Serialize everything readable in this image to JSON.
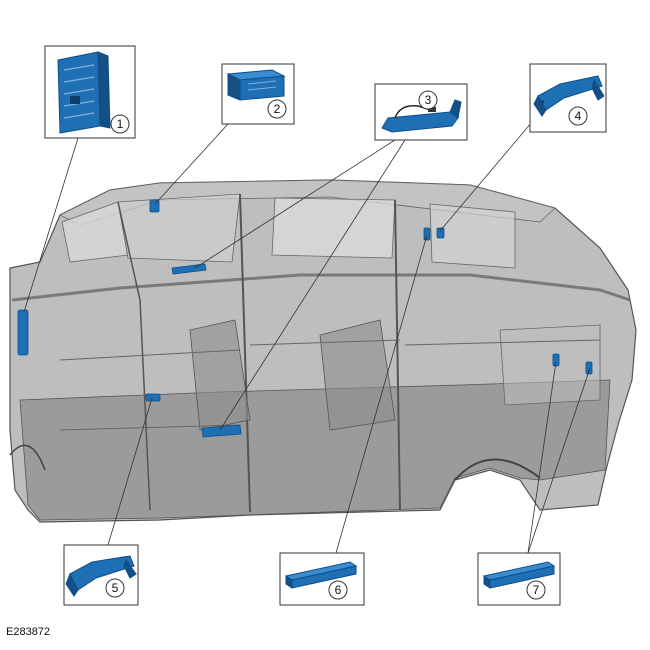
{
  "figure_id": "E283872",
  "colors": {
    "body_fill": "#9a9a9a",
    "body_dark": "#6f6f6f",
    "body_light": "#c9c9c9",
    "module_blue": "#1f6fb5",
    "module_blue_dark": "#0f4f8a",
    "leader": "#444444"
  },
  "callouts": [
    {
      "number": "1",
      "component": "body-control-module"
    },
    {
      "number": "2",
      "component": "module-box"
    },
    {
      "number": "3",
      "component": "door-handle-antenna"
    },
    {
      "number": "4",
      "component": "antenna-bracket"
    },
    {
      "number": "5",
      "component": "antenna-bracket"
    },
    {
      "number": "6",
      "component": "antenna-bar"
    },
    {
      "number": "7",
      "component": "antenna-bar"
    }
  ]
}
